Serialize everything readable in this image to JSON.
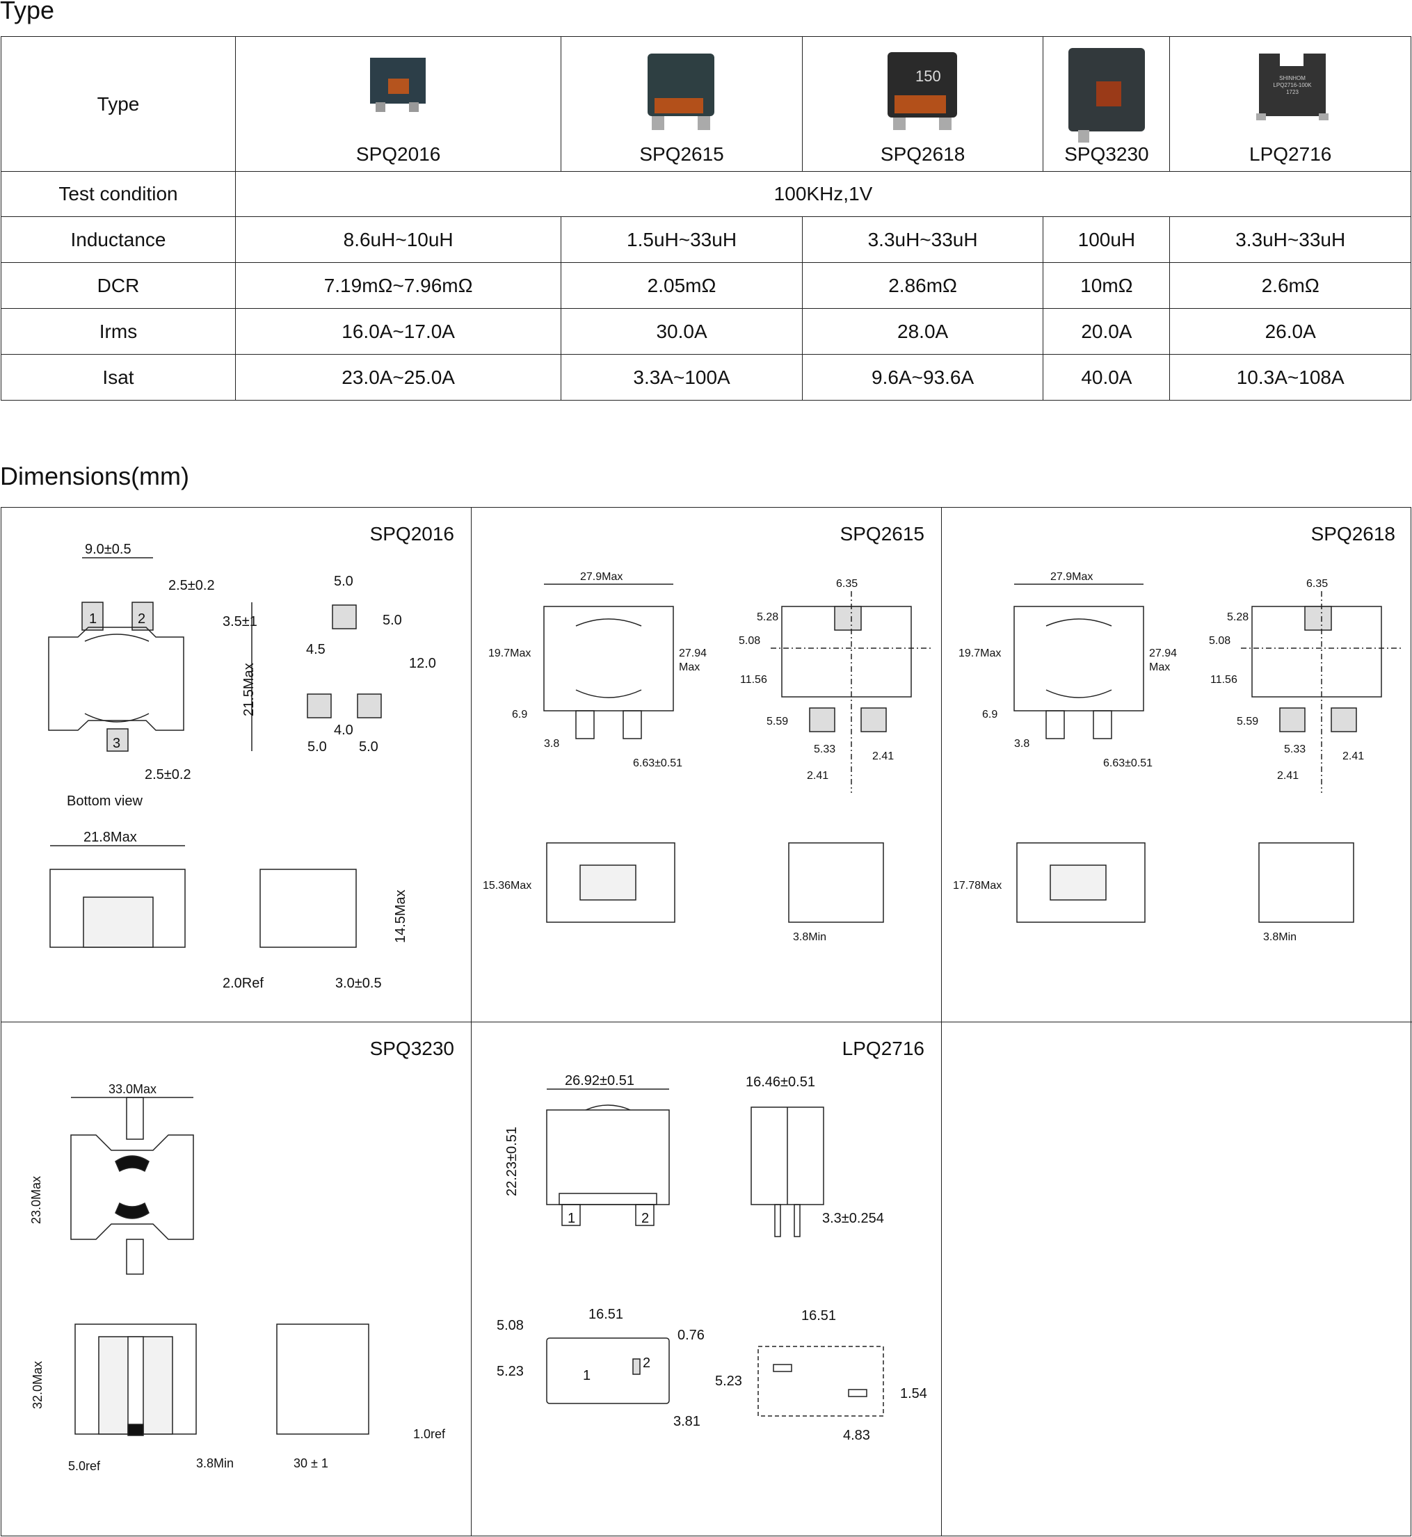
{
  "section_type_heading": "Type",
  "section_dimensions_heading": "Dimensions(mm)",
  "table": {
    "header_label": "Type",
    "types": [
      "SPQ2016",
      "SPQ2615",
      "SPQ2618",
      "SPQ3230",
      "LPQ2716"
    ],
    "test_condition_label": "Test condition",
    "test_condition_value": "100KHz,1V",
    "rows": [
      {
        "label": "Inductance",
        "values": [
          "8.6uH~10uH",
          "1.5uH~33uH",
          "3.3uH~33uH",
          "100uH",
          "3.3uH~33uH"
        ]
      },
      {
        "label": "DCR",
        "values": [
          "7.19mΩ~7.96mΩ",
          "2.05mΩ",
          "2.86mΩ",
          "10mΩ",
          "2.6mΩ"
        ]
      },
      {
        "label": "Irms",
        "values": [
          "16.0A~17.0A",
          "30.0A",
          "28.0A",
          "20.0A",
          "26.0A"
        ]
      },
      {
        "label": "Isat",
        "values": [
          "23.0A~25.0A",
          "3.3A~100A",
          "9.6A~93.6A",
          "40.0A",
          "10.3A~108A"
        ]
      }
    ],
    "product_markings": {
      "spq2618_code": "150",
      "lpq_brand": "SHINHOM",
      "lpq_part": "LPQ2716-100K",
      "lpq_date": "1723"
    }
  },
  "drawings": {
    "spq2016": {
      "title": "SPQ2016",
      "dims": {
        "w": "9.0±0.5",
        "pad_gap": "2.5±0.2",
        "pad_h": "3.5±1",
        "h": "21.5Max",
        "pad3": "2.5±0.2",
        "lp_top": "5.0",
        "lp_side": "5.0",
        "lp_45": "4.5",
        "lp_12": "12.0",
        "lp_40": "4.0",
        "lp_b1": "5.0",
        "lp_b2": "5.0",
        "pin1": "1",
        "pin2": "2",
        "pin3": "3",
        "bottom_view": "Bottom view",
        "side_w": "21.8Max",
        "side_h": "14.5Max",
        "ref": "2.0Ref",
        "ext": "3.0±0.5"
      }
    },
    "spq2615": {
      "title": "SPQ2615",
      "dims": {
        "w": "27.9Max",
        "h": "19.7Max",
        "h2a": "27.94",
        "h2b": "Max",
        "d69": "6.9",
        "d38": "3.8",
        "d663": "6.63±0.51",
        "lp_635": "6.35",
        "lp_528": "5.28",
        "lp_508": "5.08",
        "lp_1156": "11.56",
        "lp_559": "5.59",
        "lp_533": "5.33",
        "lp_241a": "2.41",
        "lp_241b": "2.41",
        "side_h": "15.36Max",
        "min": "3.8Min"
      }
    },
    "spq2618": {
      "title": "SPQ2618",
      "dims": {
        "w": "27.9Max",
        "h": "19.7Max",
        "h2a": "27.94",
        "h2b": "Max",
        "d69": "6.9",
        "d38": "3.8",
        "d663": "6.63±0.51",
        "lp_635": "6.35",
        "lp_528": "5.28",
        "lp_508": "5.08",
        "lp_1156": "11.56",
        "lp_559": "5.59",
        "lp_533": "5.33",
        "lp_241a": "2.41",
        "lp_241b": "2.41",
        "side_h": "17.78Max",
        "min": "3.8Min"
      }
    },
    "spq3230": {
      "title": "SPQ3230",
      "dims": {
        "w": "33.0Max",
        "h": "23.0Max",
        "h2": "32.0Max",
        "ref": "5.0ref",
        "min": "3.8Min",
        "len": "30 ± 1",
        "tref": "1.0ref"
      }
    },
    "lpq2716": {
      "title": "LPQ2716",
      "dims": {
        "w": "26.92±0.51",
        "h": "22.23±0.51",
        "d": "16.46±0.51",
        "lead": "3.3±0.254",
        "pin1": "1",
        "pin2": "2",
        "b508": "5.08",
        "b1651": "16.51",
        "b076": "0.76",
        "b523": "5.23",
        "b381": "3.81",
        "p1": "1",
        "p2": "2",
        "c1651": "16.51",
        "c523": "5.23",
        "c154": "1.54",
        "c483": "4.83"
      }
    }
  }
}
